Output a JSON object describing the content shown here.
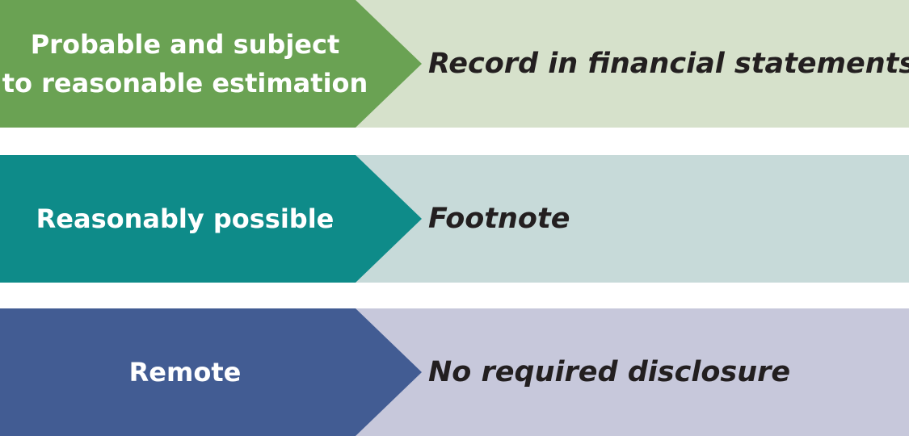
{
  "rows": [
    {
      "condition": "Probable and subject\nto reasonable estimation",
      "outcome": "Record in financial statements",
      "arrow_color": "#6aa253",
      "band_color": "#d6e1cb"
    },
    {
      "condition": "Reasonably possible",
      "outcome": "Footnote",
      "arrow_color": "#0e8b89",
      "band_color": "#c7dad9"
    },
    {
      "condition": "Remote",
      "outcome": "No required disclosure",
      "arrow_color": "#425c93",
      "band_color": "#c7c8db"
    }
  ]
}
